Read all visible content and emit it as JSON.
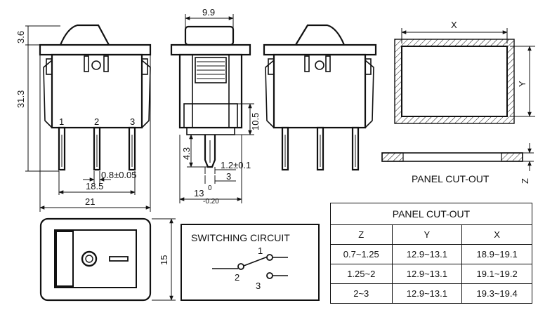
{
  "side_view": {
    "height_top": "3.6",
    "height_body": "31.3",
    "pin1": "1",
    "pin2": "2",
    "pin3": "3",
    "pin_width": "0.8±0.05",
    "pin_spacing": "18.5",
    "overall_width": "21"
  },
  "end_view": {
    "rocker_width": "9.9",
    "pin_length": "10.5",
    "terminal_length": "4.3",
    "terminal_thickness": "1.2±0.1",
    "terminal_width": "3",
    "body_width": "13",
    "tol_upper": "0",
    "tol_lower": "-0.20"
  },
  "top_view": {
    "height": "15"
  },
  "cutout": {
    "x_label": "X",
    "y_label": "Y",
    "z_label": "Z",
    "caption": "PANEL CUT-OUT"
  },
  "switching": {
    "title": "SWITCHING CIRCUIT",
    "p1": "1",
    "p2": "2",
    "p3": "3"
  },
  "table": {
    "title": "PANEL CUT-OUT",
    "headers": [
      "Z",
      "Y",
      "X"
    ],
    "rows": [
      [
        "0.7~1.25",
        "12.9~13.1",
        "18.9~19.1"
      ],
      [
        "1.25~2",
        "12.9~13.1",
        "19.1~19.2"
      ],
      [
        "2~3",
        "12.9~13.1",
        "19.3~19.4"
      ]
    ]
  }
}
